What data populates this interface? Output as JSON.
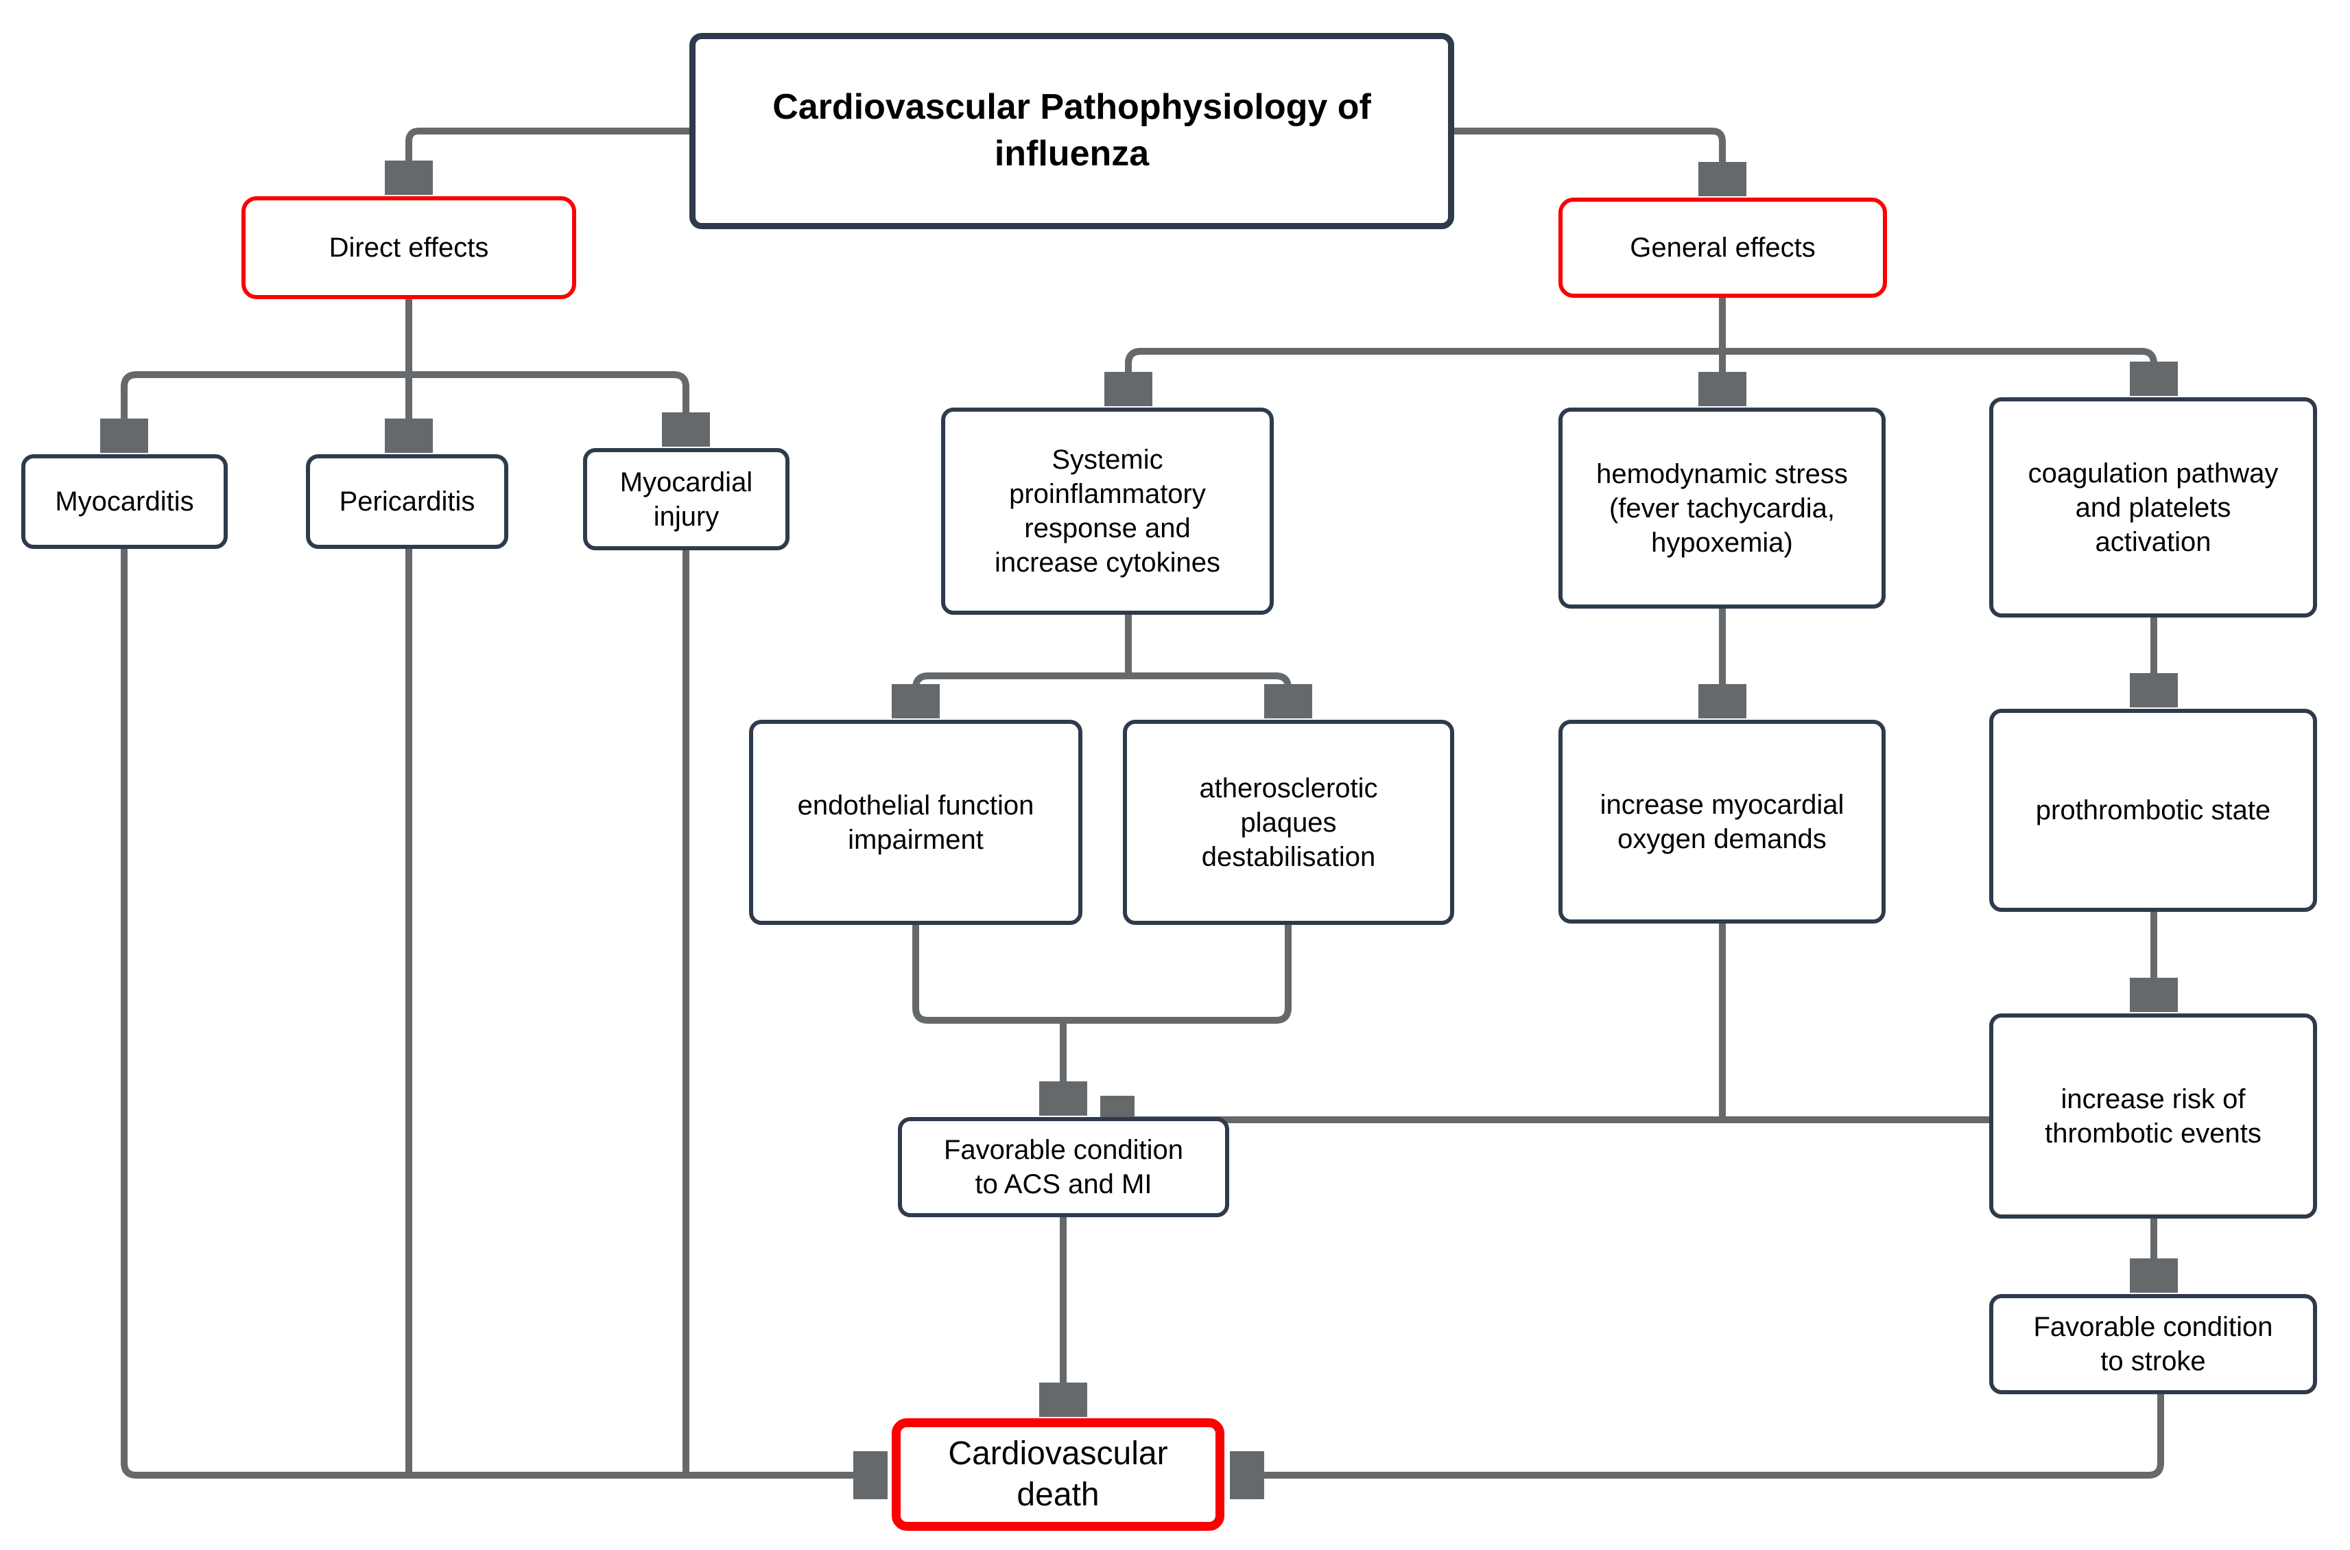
{
  "diagram": {
    "nodes": {
      "title": {
        "label": "Cardiovascular Pathophysiology of\ninfluenza"
      },
      "direct_effects": {
        "label": "Direct effects"
      },
      "general_effects": {
        "label": "General effects"
      },
      "myocarditis": {
        "label": "Myocarditis"
      },
      "pericarditis": {
        "label": "Pericarditis"
      },
      "myocardial_injury": {
        "label": "Myocardial\ninjury"
      },
      "systemic_response": {
        "label": "Systemic\nproinflammatory\nresponse and\nincrease cytokines"
      },
      "hemodynamic_stress": {
        "label": "hemodynamic stress\n(fever tachycardia,\nhypoxemia)"
      },
      "coagulation_activation": {
        "label": "coagulation pathway\nand platelets\nactivation"
      },
      "endothelial_impairment": {
        "label": "endothelial function\nimpairment"
      },
      "plaque_destabilisation": {
        "label": "atherosclerotic\nplaques\ndestabilisation"
      },
      "oxygen_demands": {
        "label": "increase myocardial\noxygen demands"
      },
      "prothrombotic_state": {
        "label": "prothrombotic state"
      },
      "thrombotic_events": {
        "label": "increase risk of\nthrombotic events"
      },
      "favorable_acs_mi": {
        "label": "Favorable condition\nto ACS and MI"
      },
      "favorable_stroke": {
        "label": "Favorable condition\nto stroke"
      },
      "cardiovascular_death": {
        "label": "Cardiovascular\ndeath"
      }
    },
    "colors": {
      "box_border": "#2d3b4c",
      "highlight_border": "#fa0000",
      "connector": "#65696c",
      "text": "#000000",
      "background": "#ffffff"
    }
  }
}
